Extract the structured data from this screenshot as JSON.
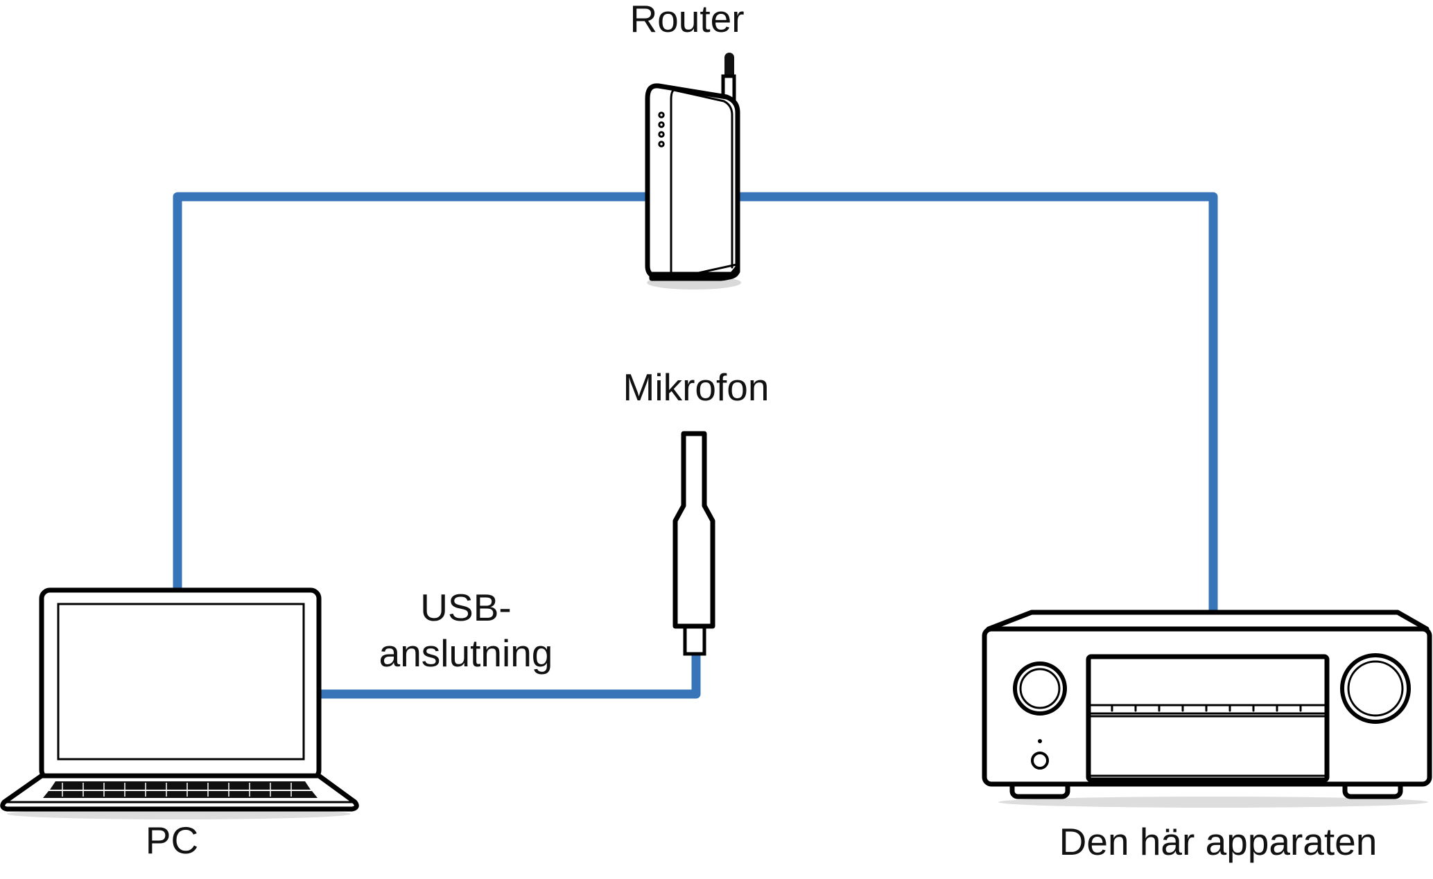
{
  "labels": {
    "router": "Router",
    "microphone": "Mikrofon",
    "usb_line1": "USB-",
    "usb_line2": "anslutning",
    "pc": "PC",
    "receiver": "Den här apparaten"
  },
  "colors": {
    "cable": "#3875b8",
    "outline": "#000000",
    "fill": "#ffffff"
  },
  "icons": {
    "router": "router-icon",
    "microphone": "microphone-icon",
    "pc": "laptop-icon",
    "receiver": "av-receiver-icon"
  }
}
